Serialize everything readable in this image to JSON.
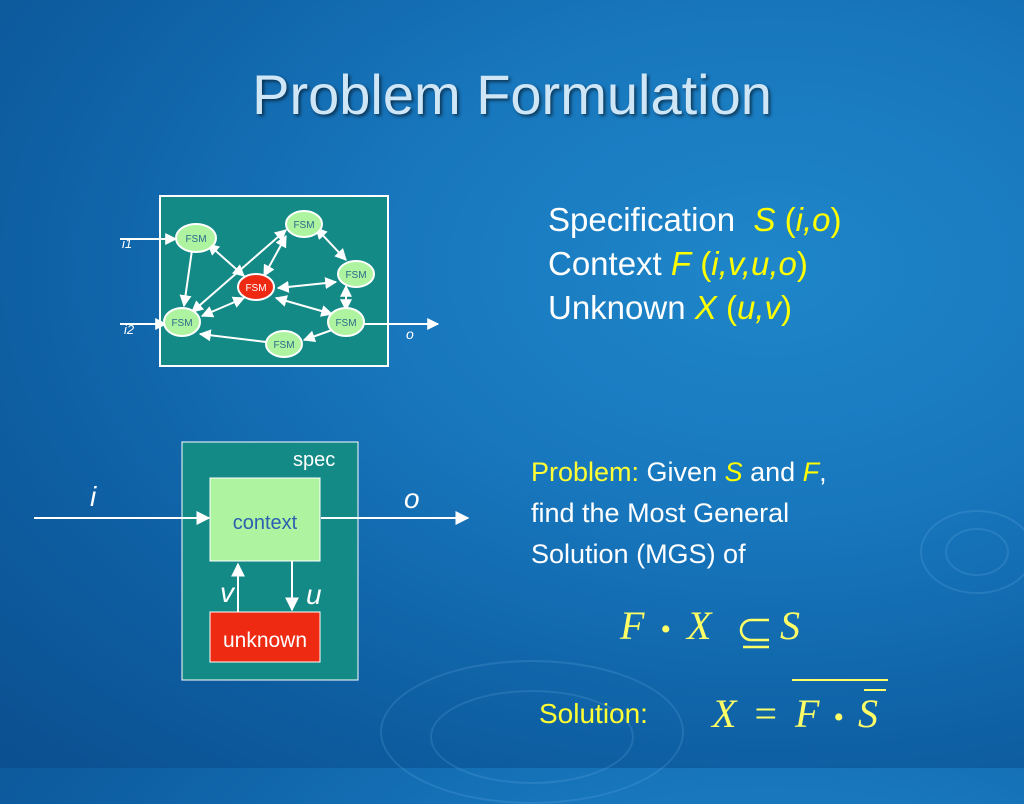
{
  "slide": {
    "title": "Problem Formulation"
  },
  "fsm_network": {
    "node_label": "FSM",
    "center_label": "FSM",
    "inputs": [
      "i1",
      "i2"
    ],
    "output": "o"
  },
  "definitions": [
    {
      "name": "Specification",
      "symbol": "S",
      "args": "i,o"
    },
    {
      "name": "Context",
      "symbol": "F",
      "args": "i,v,u,o"
    },
    {
      "name": "Unknown",
      "symbol": "X",
      "args": "u,v"
    }
  ],
  "block_diagram": {
    "spec_label": "spec",
    "context_label": "context",
    "unknown_label": "unknown",
    "input": "i",
    "output": "o",
    "v": "v",
    "u": "u"
  },
  "problem": {
    "label": "Problem:",
    "text1": " Given ",
    "s": "S",
    "and": " and ",
    "f": "F",
    "comma": ",",
    "line2": "find the Most General",
    "line3": "Solution (MGS) of"
  },
  "equations": {
    "eq1_left": "F",
    "eq1_op": "•",
    "eq1_mid": "X",
    "eq1_right": "S",
    "eq2_left": "X",
    "eq2_eq": "=",
    "eq2_mid": "F",
    "eq2_op": "•",
    "eq2_right": "S"
  },
  "solution": {
    "label": "Solution:"
  },
  "colors": {
    "yellow": "#ffff00",
    "teal_box": "#138a86",
    "light_green": "#aef3a0",
    "red_node": "#ee2a12"
  }
}
